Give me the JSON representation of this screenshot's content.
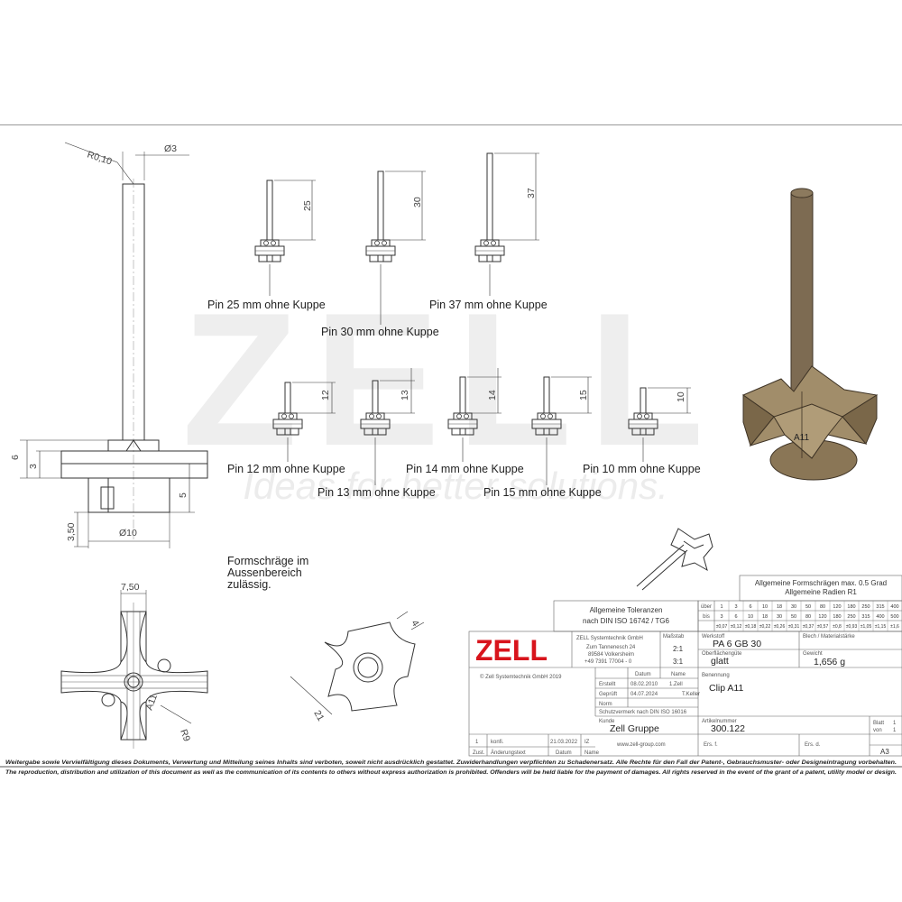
{
  "watermark": {
    "brand": "ZELL",
    "tagline": "Ideas for better solutions."
  },
  "side_view": {
    "radius_label": "R0,10",
    "diameter_pin": "Ø3",
    "dim_6": "6",
    "dim_3": "3",
    "dim_5": "5",
    "dim_350": "3,50",
    "diameter_base": "Ø10"
  },
  "variants": [
    {
      "label": "Pin 25 mm ohne Kuppe",
      "dim": "25"
    },
    {
      "label": "Pin 30 mm ohne Kuppe",
      "dim": "30"
    },
    {
      "label": "Pin 37 mm ohne Kuppe",
      "dim": "37"
    },
    {
      "label": "Pin 12 mm ohne Kuppe",
      "dim": "12"
    },
    {
      "label": "Pin 13 mm ohne Kuppe",
      "dim": "13"
    },
    {
      "label": "Pin 14 mm ohne Kuppe",
      "dim": "14"
    },
    {
      "label": "Pin 15 mm ohne Kuppe",
      "dim": "15"
    },
    {
      "label": "Pin 10 mm ohne Kuppe",
      "dim": "10"
    }
  ],
  "note": [
    "Formschräge im",
    "Aussenbereich",
    "zulässig."
  ],
  "top_view": {
    "width": "7,50",
    "radius": "R9",
    "marking": "A11"
  },
  "section_view": {
    "dim_21": "21",
    "dim_4": "4"
  },
  "iso_marking": "A11",
  "tolerances": {
    "general_title_1": "Allgemeine Formschrägen max. 0.5 Grad",
    "general_title_2": "Allgemeine Radien R1",
    "tol_title_1": "Allgemeine Toleranzen",
    "tol_title_2": "nach DIN ISO 16742 / TG6",
    "row_labels": [
      "über",
      "bis"
    ],
    "over": [
      "1",
      "3",
      "6",
      "10",
      "18",
      "30",
      "50",
      "80",
      "120",
      "180",
      "250",
      "315",
      "400"
    ],
    "to": [
      "3",
      "6",
      "10",
      "18",
      "30",
      "50",
      "80",
      "120",
      "180",
      "250",
      "315",
      "400",
      "500"
    ],
    "tol": [
      "±0,07",
      "±0,12",
      "±0,18",
      "±0,22",
      "±0,26",
      "±0,31",
      "±0,37",
      "±0,57",
      "±0,8",
      "±0,93",
      "±1,05",
      "±1,15",
      "±1,6"
    ]
  },
  "title_block": {
    "logo": "ZELL",
    "company": "ZELL Systemtechnik GmbH",
    "address": [
      "Zum Tannenesch 24",
      "89584 Volkersheim",
      "+49 7391 77004 - 0"
    ],
    "scale_label": "Maßstab",
    "scales": [
      "2:1",
      "3:1"
    ],
    "material_label": "Werkstoff",
    "material": "PA 6 GB 30",
    "surface_label": "Oberflächengüte",
    "surface": "glatt",
    "sheet_label": "Blech / Materialstärke",
    "weight_label": "Gewicht",
    "weight": "1,656 g",
    "copyright": "© Zell Systemtechnik GmbH 2019",
    "date_label": "Datum",
    "name_label": "Name",
    "created_label": "Erstellt",
    "created_date": "08.02.2010",
    "created_name": "1.Zell",
    "checked_label": "Geprüft",
    "checked_date": "04.07.2024",
    "checked_name": "T.Keller",
    "norm_label": "Norm",
    "designation_label": "Benennung",
    "designation": "Clip A11",
    "protection": "Schutzvermerk nach DIN ISO 16016",
    "customer_label": "Kunde",
    "customer": "Zell Gruppe",
    "article_label": "Artikelnummer",
    "article": "300.122",
    "sheet_no_label": "Blatt",
    "sheet_no": "1",
    "of_label": "von",
    "of": "1",
    "website": "www.zell-group.com",
    "replaced_for": "Ers. f.",
    "replaced_by": "Ers. d.",
    "format": "A3",
    "rev_index": "1",
    "rev_text": "konfi.",
    "rev_date": "21.03.2022",
    "rev_name": "IZ",
    "rev_h1": "Zust.",
    "rev_h2": "Änderungstext",
    "rev_h3": "Datum",
    "rev_h4": "Name"
  },
  "footer": {
    "line1": "Weitergabe sowie Vervielfältigung dieses Dokuments, Verwertung und Mitteilung seines Inhalts sind verboten, soweit nicht ausdrücklich gestattet. Zuwiderhandlungen verpflichten zu Schadenersatz. Alle Rechte für den Fall der Patent-, Gebrauchsmuster- oder Designeintragung vorbehalten.",
    "line2": "The reproduction, distribution and utilization of this document as well as the communication of its contents to others without express authorization is prohibited. Offenders will be held liable for the payment of damages. All rights reserved in the event of the grant of a patent, utility model or design."
  }
}
